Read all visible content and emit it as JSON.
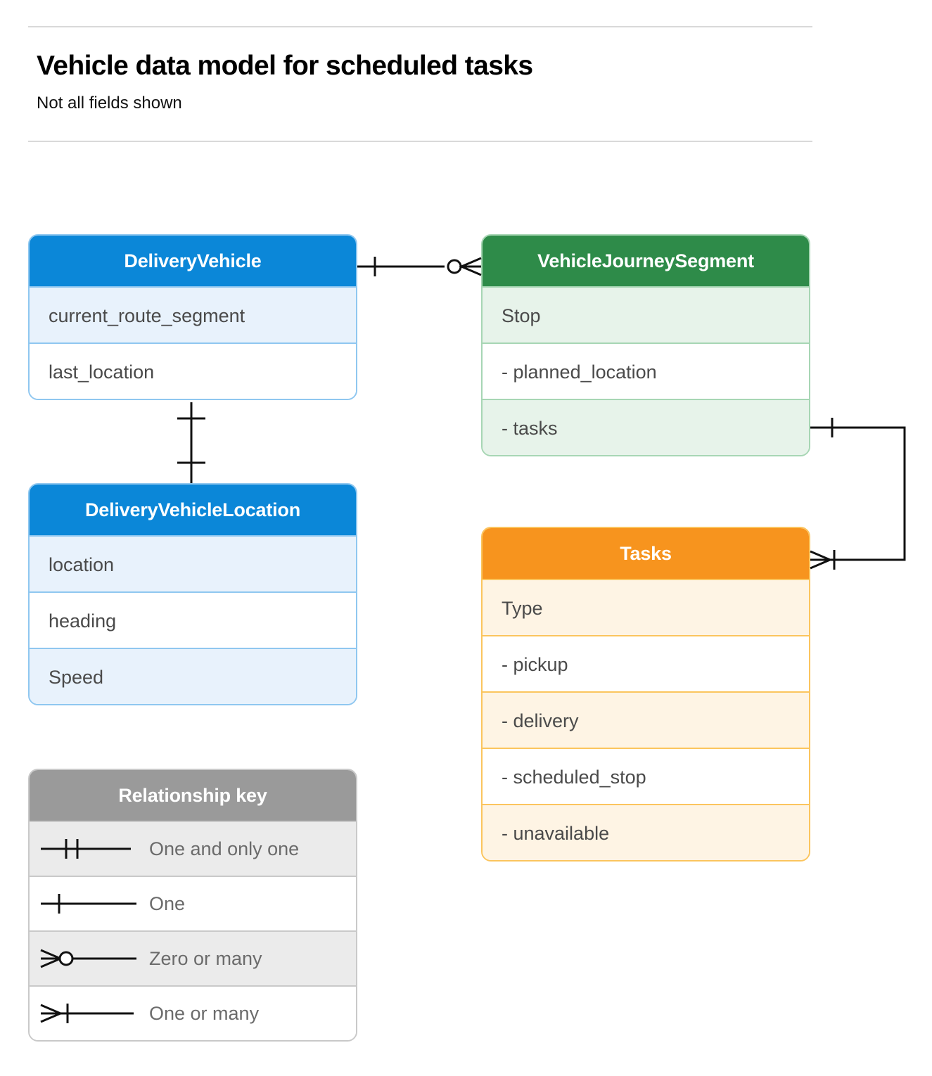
{
  "header": {
    "title": "Vehicle data model for scheduled tasks",
    "subtitle": "Not all fields shown"
  },
  "colors": {
    "blue_header": "#0b87d8",
    "blue_row_alt": "#e8f2fc",
    "blue_border": "#8fc7f0",
    "green_header": "#2e8b49",
    "green_row_alt": "#e7f3ea",
    "green_border": "#a7d6b4",
    "orange_header": "#f7941e",
    "orange_row_alt": "#fef4e4",
    "orange_border": "#fbc55e",
    "gray_header": "#9a9a9a",
    "gray_row_alt": "#ebebeb",
    "gray_border": "#c9c9c9",
    "connector": "#111111",
    "rule": "#d9d9d9"
  },
  "entities": [
    {
      "id": "delivery-vehicle",
      "title": "DeliveryVehicle",
      "rows": [
        {
          "label": "current_route_segment"
        },
        {
          "label": "last_location"
        }
      ]
    },
    {
      "id": "delivery-vehicle-location",
      "title": "DeliveryVehicleLocation",
      "rows": [
        {
          "label": "location"
        },
        {
          "label": "heading"
        },
        {
          "label": "Speed"
        }
      ]
    },
    {
      "id": "vehicle-journey-segment",
      "title": "VehicleJourneySegment",
      "rows": [
        {
          "label": "Stop"
        },
        {
          "label": "-  planned_location"
        },
        {
          "label": "- tasks"
        }
      ]
    },
    {
      "id": "tasks",
      "title": "Tasks",
      "rows": [
        {
          "label": "Type"
        },
        {
          "label": "-  pickup"
        },
        {
          "label": "-  delivery"
        },
        {
          "label": "-  scheduled_stop"
        },
        {
          "label": "-  unavailable"
        }
      ]
    }
  ],
  "legend": {
    "title": "Relationship key",
    "items": [
      {
        "symbol": "one-and-only-one-icon",
        "label": "One and only one"
      },
      {
        "symbol": "one-icon",
        "label": "One"
      },
      {
        "symbol": "zero-or-many-icon",
        "label": "Zero or many"
      },
      {
        "symbol": "one-or-many-icon",
        "label": "One or many"
      }
    ]
  },
  "relationships": [
    {
      "id": "deliveryvehicle-to-journeysegment",
      "from": "DeliveryVehicle",
      "to": "VehicleJourneySegment",
      "from_cardinality": "One",
      "to_cardinality": "Zero or many"
    },
    {
      "id": "deliveryvehicle-to-vehiclelocation",
      "from": "DeliveryVehicle",
      "to": "DeliveryVehicleLocation",
      "from_cardinality": "One",
      "to_cardinality": "One"
    },
    {
      "id": "journeysegment-tasks-to-tasks",
      "from": "VehicleJourneySegment.tasks",
      "to": "Tasks",
      "from_cardinality": "One",
      "to_cardinality": "One or many"
    }
  ]
}
